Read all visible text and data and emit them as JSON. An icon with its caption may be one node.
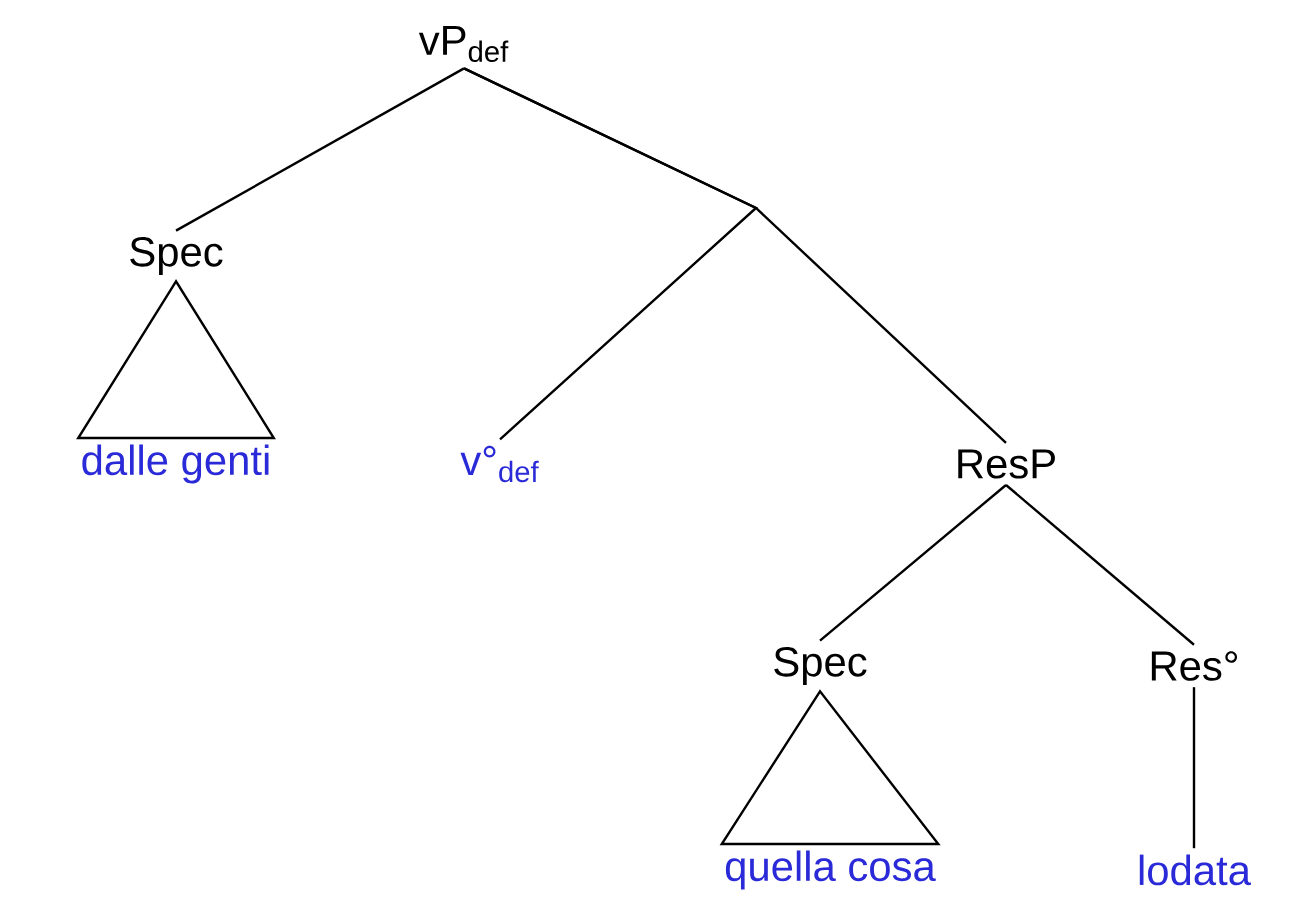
{
  "diagram": {
    "nodes": [
      {
        "text": [
          "vP$_{def}$"
        ]
      },
      {
        "text": [
          "Spec"
        ]
      },
      {
        "text": [
          "dalle genti"
        ]
      },
      {
        "text": [
          "v°$_{def}$"
        ]
      },
      {
        "text": [
          "ResP"
        ]
      },
      {
        "text": [
          "Spec"
        ]
      },
      {
        "text": [
          "Res°"
        ]
      },
      {
        "text": [
          "quella cosa"
        ]
      },
      {
        "text": [
          "lodata"
        ]
      }
    ],
    "edges": [
      {
        "from": 0,
        "to": 1,
        "arrow": "none"
      },
      {
        "from": 0,
        "to": 3,
        "arrow": "none"
      },
      {
        "from": 0,
        "to": 4,
        "arrow": "none"
      },
      {
        "from": 1,
        "to": 2,
        "arrow": "none"
      },
      {
        "from": 4,
        "to": 5,
        "arrow": "none"
      },
      {
        "from": 4,
        "to": 6,
        "arrow": "none"
      },
      {
        "from": 5,
        "to": 7,
        "arrow": "none"
      },
      {
        "from": 6,
        "to": 8,
        "arrow": "none"
      }
    ]
  }
}
